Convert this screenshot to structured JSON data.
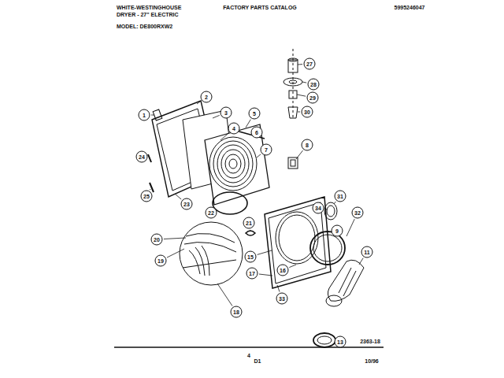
{
  "diagram": {
    "labels": [
      "WHITE-WESTINGHOUSE",
      "DRYER - 27\" ELECTRIC",
      "FACTORY PARTS CATALOG",
      "5995246047",
      "MODEL: DE800RXW2",
      "27",
      "28",
      "29",
      "30",
      "1",
      "2",
      "3",
      "4",
      "5",
      "6",
      "7",
      "8",
      "24",
      "23",
      "22",
      "25",
      "31",
      "21",
      "34",
      "32",
      "9",
      "20",
      "19",
      "15",
      "17",
      "16",
      "11",
      "33",
      "18",
      "13",
      "2363-18",
      "4",
      "D1",
      "10/96"
    ]
  }
}
